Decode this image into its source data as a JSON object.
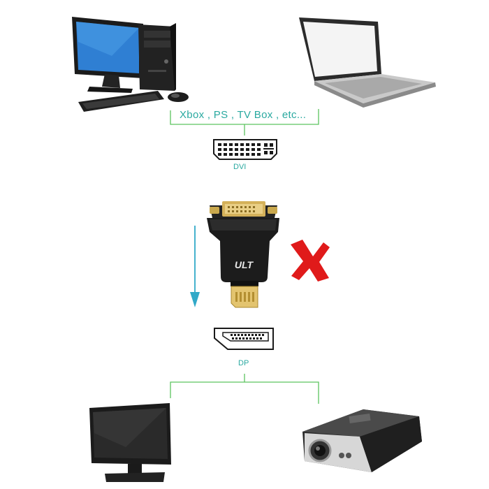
{
  "top": {
    "sources_label": "Xbox , PS , TV Box , etc...",
    "connector_label": "DVI"
  },
  "bottom": {
    "connector_label": "DP"
  },
  "adapter": {
    "brand_text": "ULT"
  },
  "colors": {
    "line": "#5cc35f",
    "label": "#2aa9a0",
    "arrow": "#31a9c8",
    "cross": "#e01a1a"
  },
  "icons": [
    "desktop-computer-icon",
    "laptop-icon",
    "dvi-port-icon",
    "adapter-icon",
    "down-arrow-icon",
    "cross-icon",
    "displayport-port-icon",
    "monitor-icon",
    "projector-icon"
  ]
}
